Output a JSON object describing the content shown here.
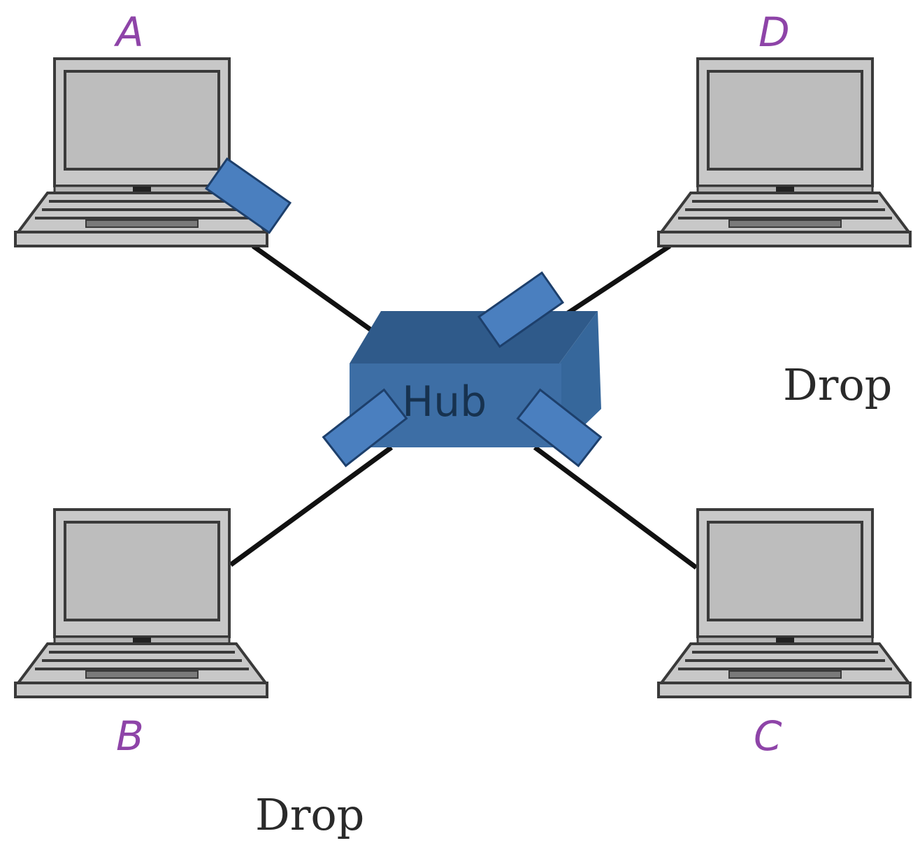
{
  "nodes": {
    "a": {
      "label": "A"
    },
    "b": {
      "label": "B"
    },
    "c": {
      "label": "C"
    },
    "d": {
      "label": "D"
    }
  },
  "hub": {
    "label": "Hub"
  },
  "drop_labels": {
    "right": "Drop",
    "bottom": "Drop"
  },
  "colors": {
    "node_label": "#8e44a8",
    "hub_front": "#3d6ea5",
    "hub_top": "#2f5a8a",
    "hub_side": "#36679b",
    "packet": "#4a7fbf",
    "laptop_body": "#c8c8c8",
    "laptop_screen": "#bdbdbd",
    "cable": "#111111"
  },
  "icons": {
    "laptop": "laptop-icon",
    "hub": "hub-icon",
    "packet": "packet-icon"
  }
}
